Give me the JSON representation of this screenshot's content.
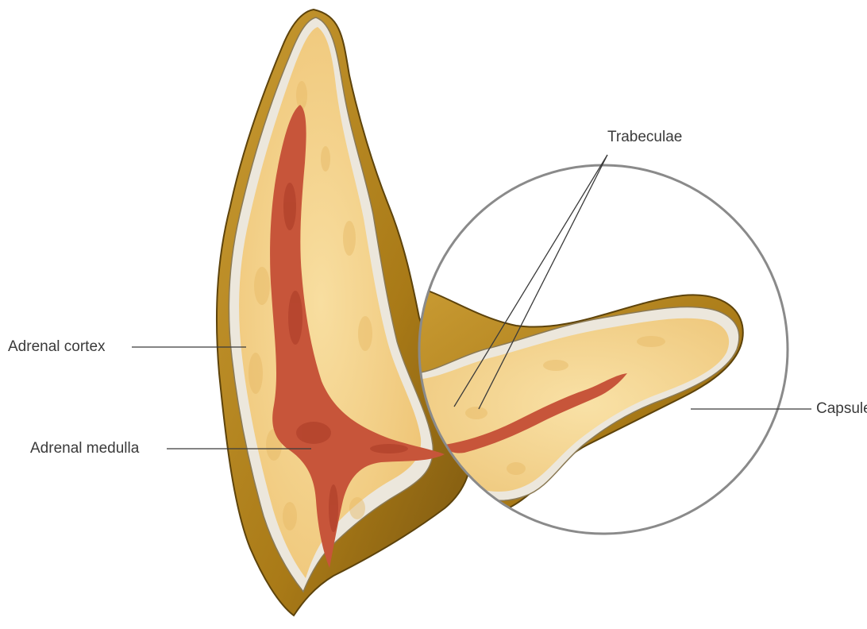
{
  "figure": {
    "subject": "adrenal gland cross-section with magnified inset",
    "labels": {
      "adrenal_cortex": "Adrenal cortex",
      "adrenal_medulla": "Adrenal medulla",
      "trabeculae": "Trabeculae",
      "capsule": "Capsule"
    },
    "colors": {
      "cortex": "#f2cf85",
      "cortex_light": "#f8dea0",
      "medulla": "#c7553a",
      "medulla_dark": "#a93b26",
      "outer_surface": "#b8861f",
      "outer_shadow": "#6e4f0c",
      "capsule_rim": "#ece7dc",
      "leader_line": "#3a3a3a",
      "lens_ring": "#8a8a8a"
    }
  }
}
